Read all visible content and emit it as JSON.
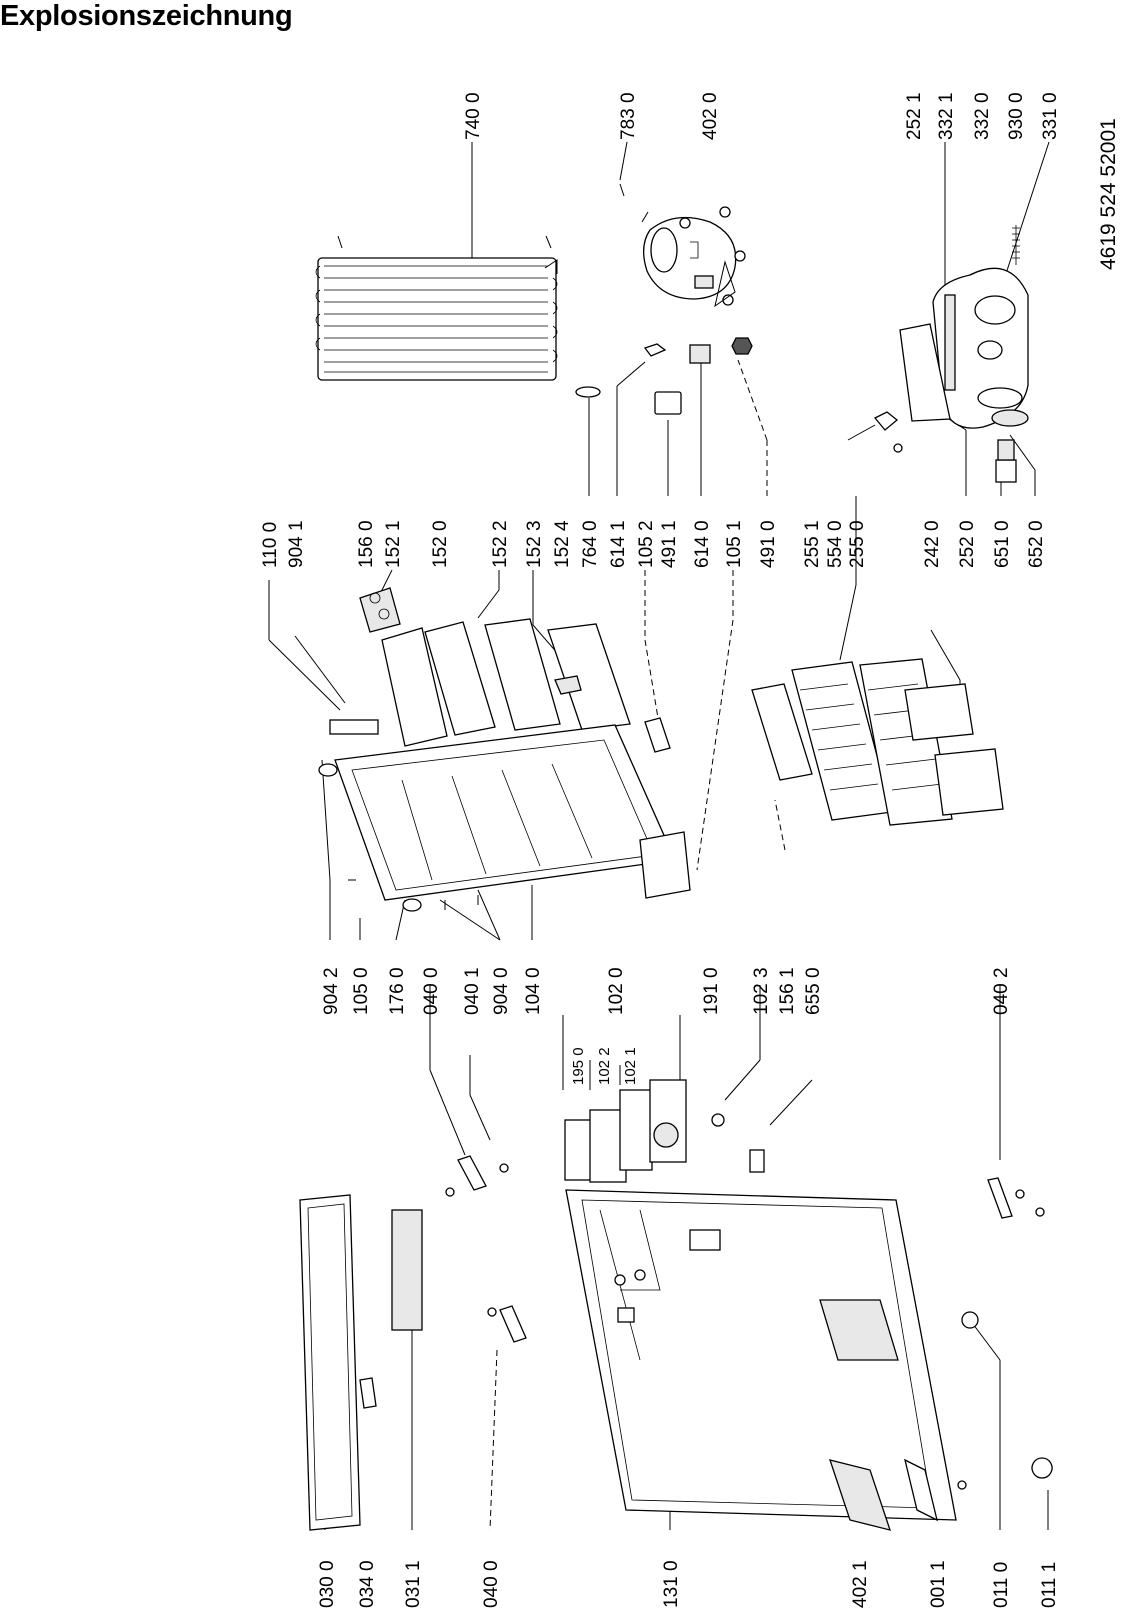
{
  "title": "Explosionszeichnung",
  "document_number": "4619 524 52001",
  "labels": {
    "top_row_right": [
      "740 0",
      "783 0",
      "402 0",
      "252 1",
      "332 1",
      "332 0",
      "930 0",
      "331 0"
    ],
    "middle_row": [
      "110 0",
      "904 1",
      "156 0",
      "152 1",
      "152 0",
      "152 2",
      "152 3",
      "152 4",
      "764 0",
      "614 1",
      "105 2",
      "491 1",
      "614 0",
      "105 1",
      "491 0",
      "255 1",
      "554 0",
      "255 0",
      "242 0",
      "252 0",
      "651 0",
      "652 0"
    ],
    "lower_row": [
      "904 2",
      "105 0",
      "176 0",
      "040 0",
      "040 1",
      "904 0",
      "104 0",
      "102 0",
      "191 0",
      "102 3",
      "156 1",
      "655 0",
      "040 2"
    ],
    "inner_row": [
      "195 0",
      "102 2",
      "102 1"
    ],
    "bottom_row": [
      "030 0",
      "034 0",
      "031 1",
      "040 0",
      "131 0",
      "402 1",
      "001 1",
      "011 0",
      "011 1"
    ]
  }
}
